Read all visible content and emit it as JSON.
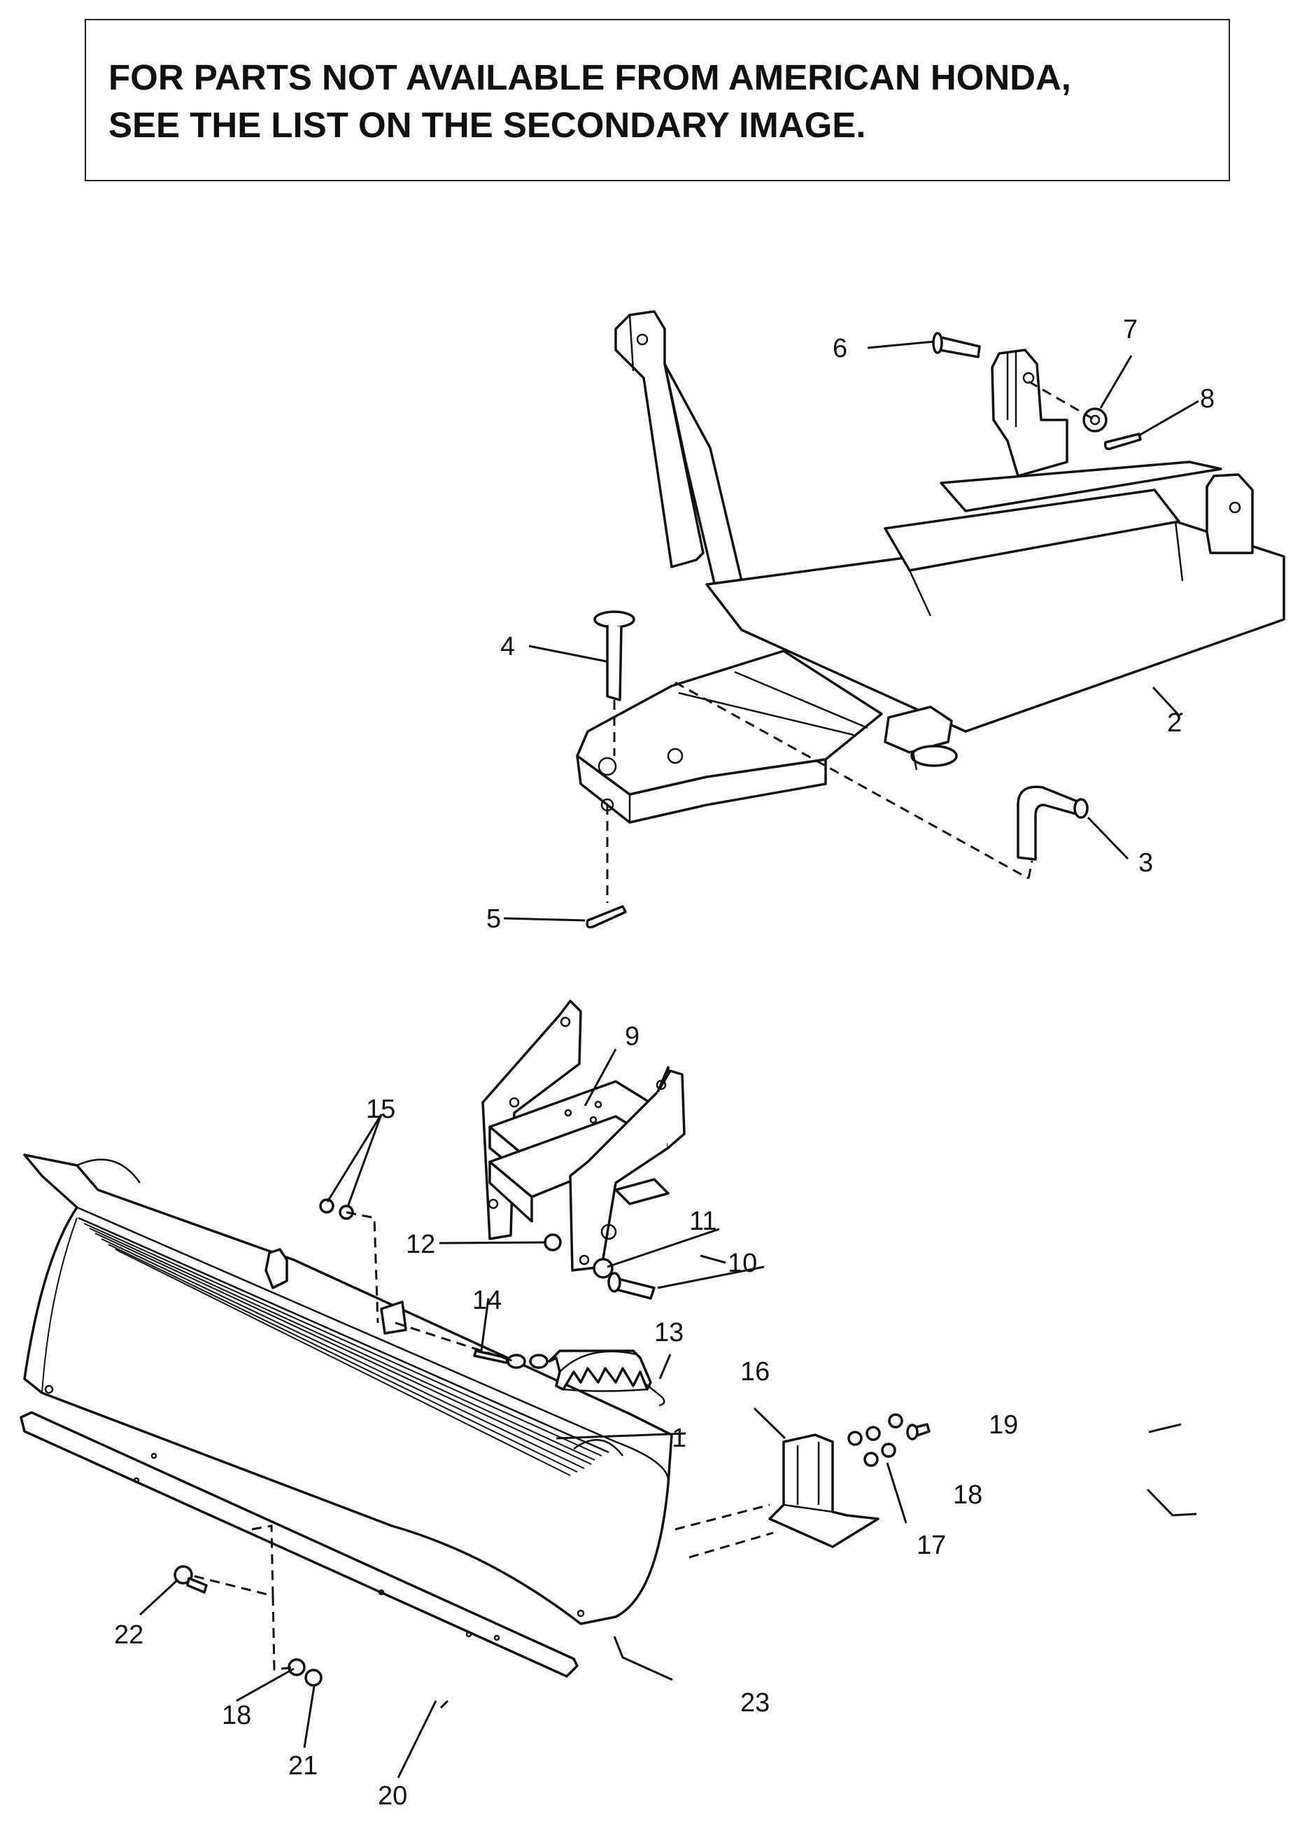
{
  "notice": {
    "line1": "FOR PARTS NOT AVAILABLE FROM AMERICAN HONDA,",
    "line2": "SEE THE LIST ON THE SECONDARY IMAGE."
  },
  "callouts": {
    "c1": "1",
    "c2": "2",
    "c3": "3",
    "c4": "4",
    "c5": "5",
    "c6": "6",
    "c7": "7",
    "c8": "8",
    "c9": "9",
    "c10": "10",
    "c11": "11",
    "c12": "12",
    "c13": "13",
    "c14": "14",
    "c15": "15",
    "c16": "16",
    "c17": "17",
    "c18a": "18",
    "c18b": "18",
    "c19": "19",
    "c20": "20",
    "c21": "21",
    "c22": "22",
    "c23": "23"
  }
}
